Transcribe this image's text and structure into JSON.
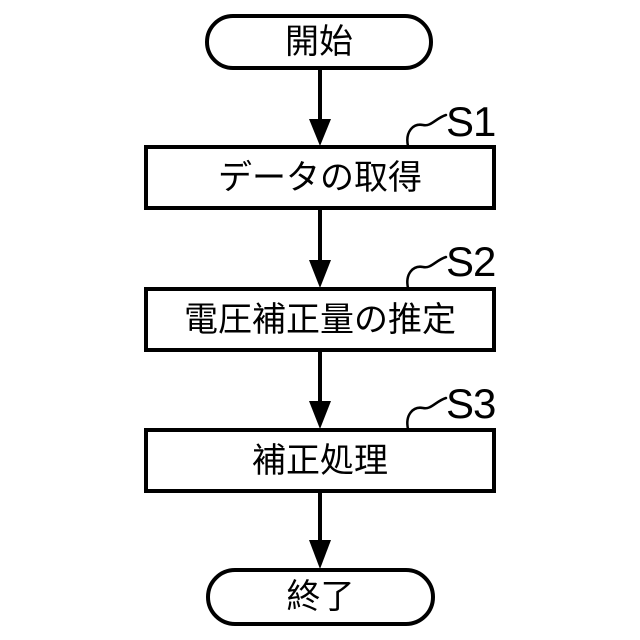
{
  "figure": {
    "type": "flowchart",
    "colors": {
      "background": "#ffffff",
      "line": "#000000",
      "text": "#000000"
    },
    "start": {
      "label": "開始"
    },
    "steps": [
      {
        "id": "S1",
        "label": "データの取得"
      },
      {
        "id": "S2",
        "label": "電圧補正量の推定"
      },
      {
        "id": "S3",
        "label": "補正処理"
      }
    ],
    "end": {
      "label": "終了"
    }
  }
}
